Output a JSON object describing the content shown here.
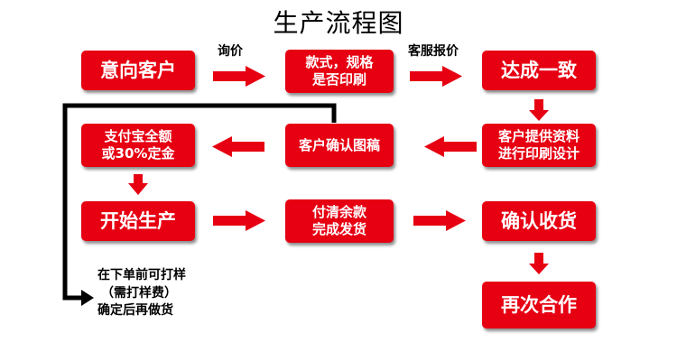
{
  "title": "生产流程图",
  "nodes": {
    "intent": "意向客户",
    "style_spec": "款式，规格\n是否印刷",
    "agreement": "达成一致",
    "provide_design": "客户提供资料\n进行印刷设计",
    "confirm_draft": "客户确认图稿",
    "deposit": "支付宝全额\n或30%定金",
    "start_production": "开始生产",
    "pay_balance": "付清余款\n完成发货",
    "confirm_receipt": "确认收货",
    "cooperate_again": "再次合作"
  },
  "edge_labels": {
    "inquiry": "询价",
    "service_quote": "客服报价"
  },
  "note": {
    "line1": "在下单前可打样",
    "line2": "（需打样费）",
    "line3": "确定后再做货"
  },
  "colors": {
    "box": "#e60012",
    "arrow": "#e60012",
    "connector": "#000000"
  }
}
